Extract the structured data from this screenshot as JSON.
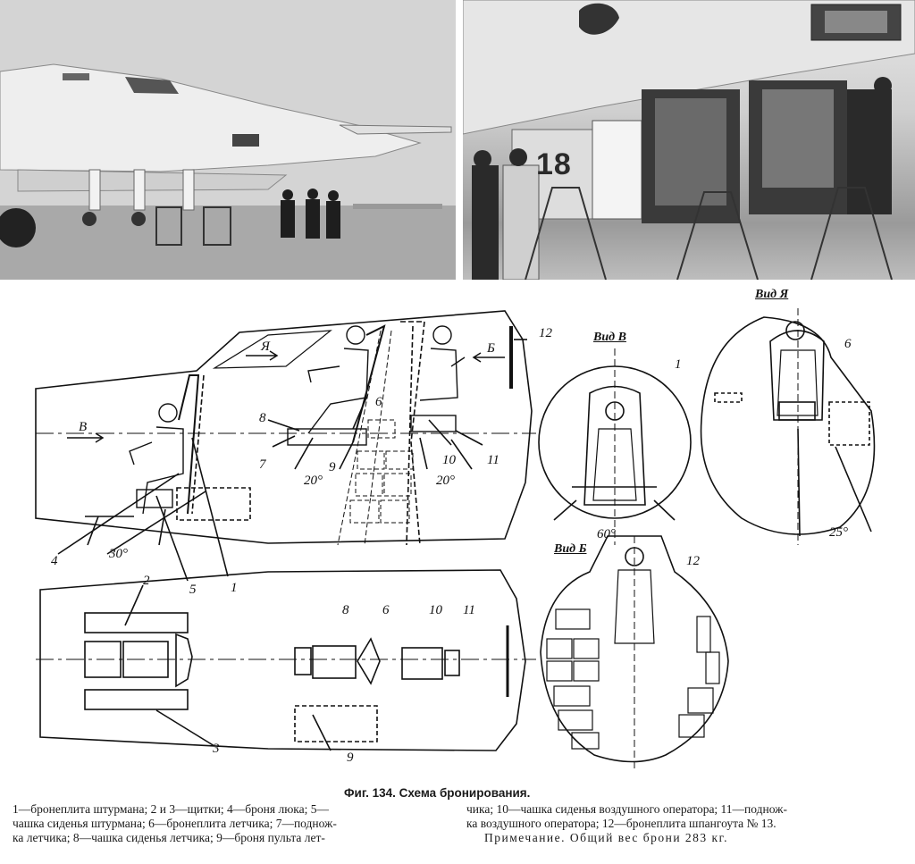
{
  "photos": {
    "right_photo_tail_number": "18"
  },
  "scheme": {
    "view_labels": {
      "view_v": "Вид В",
      "view_ya": "Вид Я",
      "view_b": "Вид Б"
    },
    "arrow_labels": {
      "ya": "Я",
      "b": "Б",
      "v": "В"
    },
    "angles": {
      "a30": "30°",
      "a20_left": "20°",
      "a20_right": "20°",
      "a60": "60°",
      "a25": "25°"
    },
    "callouts": {
      "n1": "1",
      "n2": "2",
      "n3": "3",
      "n4": "4",
      "n5": "5",
      "n6": "6",
      "n7": "7",
      "n8": "8",
      "n9": "9",
      "n10": "10",
      "n11": "11",
      "n12": "12",
      "side_7": "7",
      "side_8": "8",
      "side_9": "9",
      "side_10": "10",
      "side_11": "11",
      "side_6": "6",
      "view_v_1": "1",
      "view_ya_6": "6",
      "view_b_12": "12",
      "top_8": "8",
      "top_6": "6",
      "top_10": "10",
      "top_11": "11",
      "top_9": "9"
    }
  },
  "caption": {
    "title": "Фиг. 134. Схема бронирования.",
    "col1_lines": [
      "1—бронеплита штурмана; 2 и 3—щитки; 4—броня люка; 5—",
      "чашка сиденья штурмана; 6—бронеплита летчика; 7—поднож-",
      "ка летчика; 8—чашка сиденья летчика; 9—броня пульта лет-"
    ],
    "col2_lines": [
      "чика; 10—чашка сиденья воздушного оператора; 11—поднож-",
      "ка воздушного оператора; 12—бронеплита шпангоута № 13."
    ],
    "note": "Примечание. Общий вес брони 283 кг."
  }
}
